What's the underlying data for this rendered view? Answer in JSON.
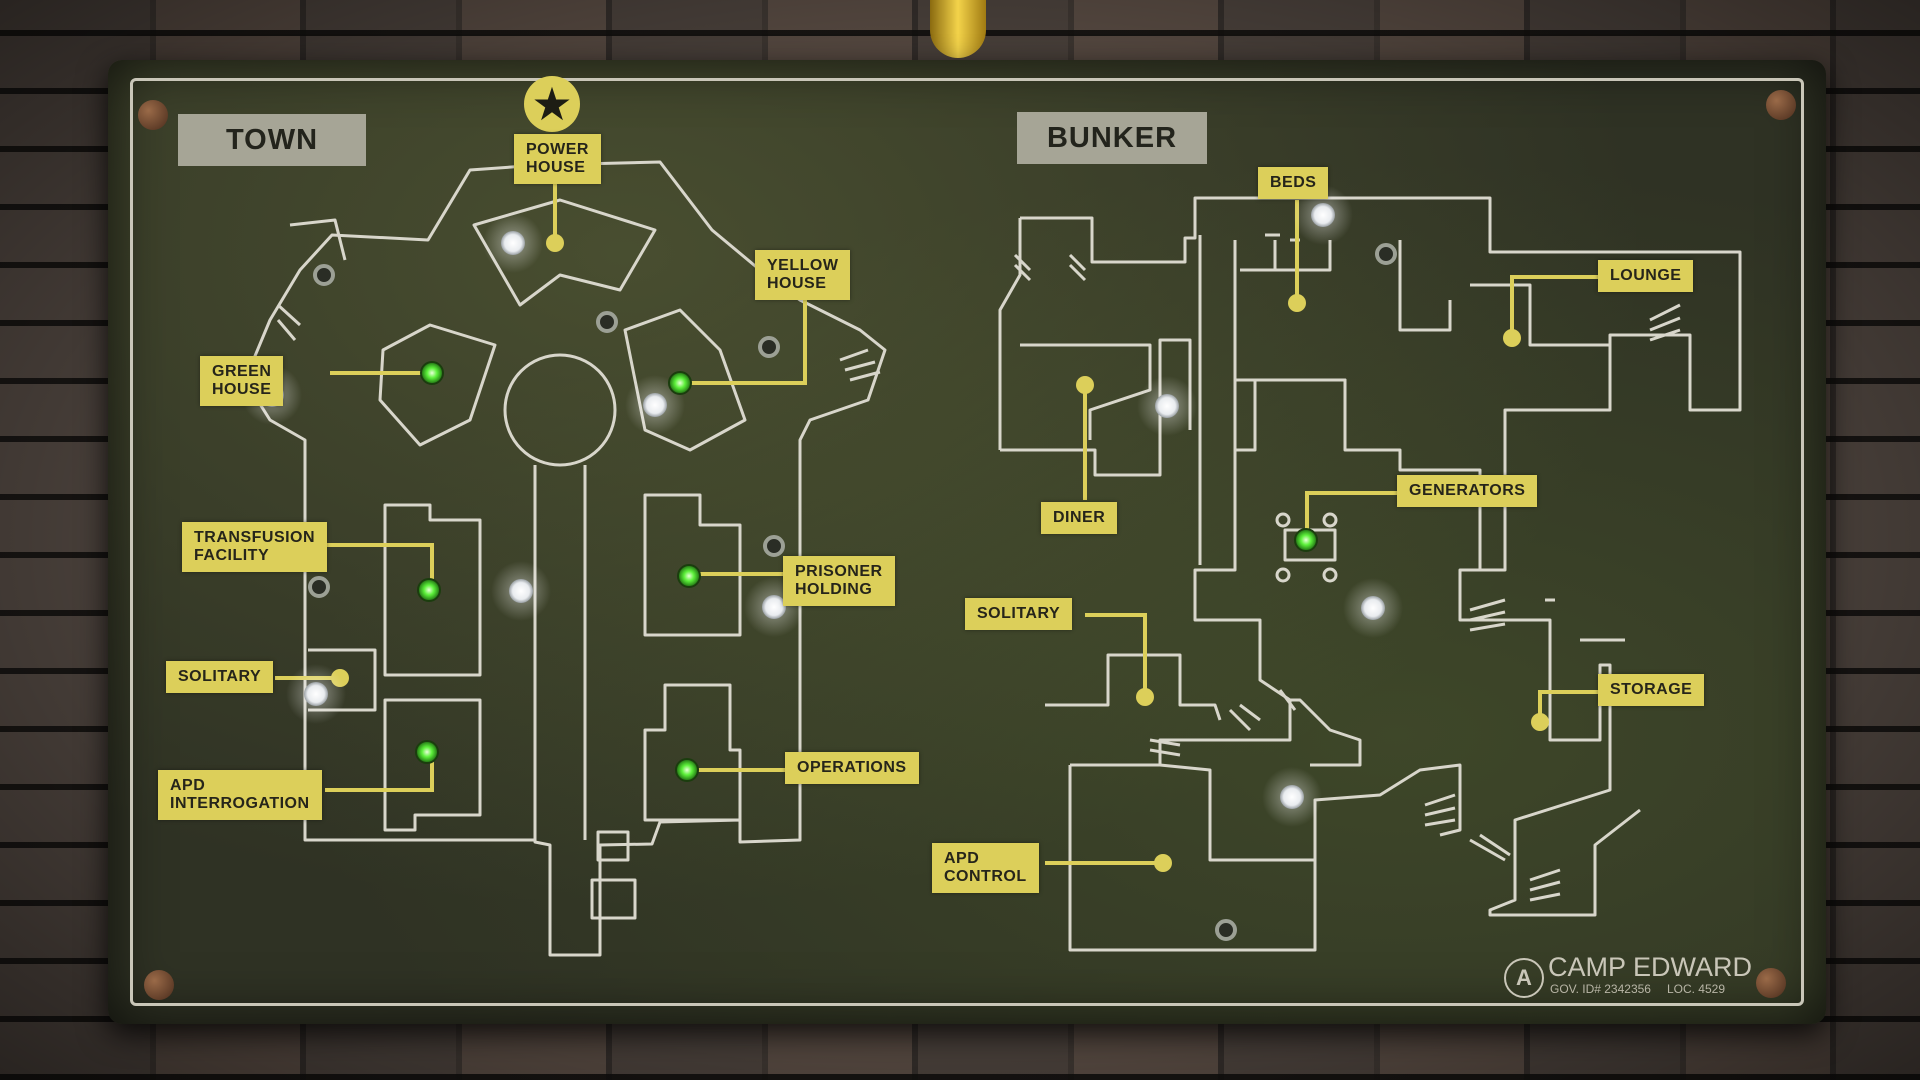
{
  "sections": {
    "town": "TOWN",
    "bunker": "BUNKER"
  },
  "labels": {
    "power_house": "POWER\nHOUSE",
    "yellow_house": "YELLOW\nHOUSE",
    "green_house": "GREEN\nHOUSE",
    "transfusion_facility": "TRANSFUSION\nFACILITY",
    "prisoner_holding": "PRISONER\nHOLDING",
    "solitary_town": "SOLITARY",
    "apd_interrogation": "APD\nINTERROGATION",
    "operations": "OPERATIONS",
    "beds": "BEDS",
    "lounge": "LOUNGE",
    "diner": "DINER",
    "generators": "GENERATORS",
    "solitary_bunker": "SOLITARY",
    "storage": "STORAGE",
    "apd_control": "APD\nCONTROL"
  },
  "icons": {
    "star": "star-icon",
    "brand": "camp-edward-logo-icon"
  },
  "brand": {
    "name": "CAMP EDWARD",
    "gov_id": "GOV. ID# 2342356",
    "loc": "LOC. 4529"
  },
  "colors": {
    "label_yellow": "#dccf5a",
    "wall_line": "#d8d6cb",
    "light_green": "#6dff4a",
    "light_white": "#ffffff",
    "board": "#2f3224"
  }
}
